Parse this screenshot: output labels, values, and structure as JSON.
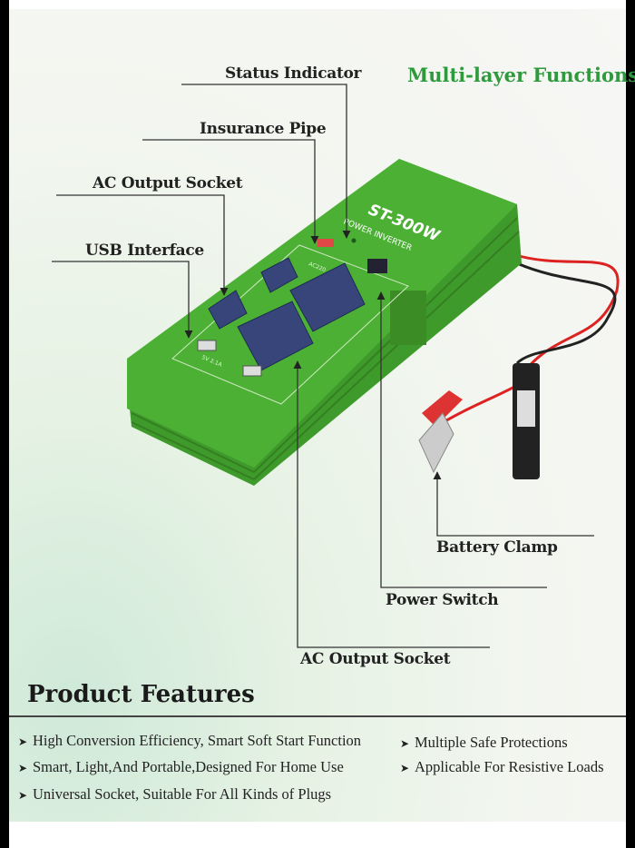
{
  "headline": "Multi-layer Functions",
  "callouts": {
    "status_indicator": "Status Indicator",
    "insurance_pipe": "Insurance Pipe",
    "ac_output_socket_top": "AC Output Socket",
    "usb_interface": "USB Interface",
    "battery_clamp": "Battery Clamp",
    "power_switch": "Power Switch",
    "ac_output_socket_bottom": "AC Output Socket"
  },
  "product": {
    "model": "ST-300W",
    "subtitle": "POWER INVERTER",
    "ac_label": "AC220",
    "usb_label": "5V 2.1A",
    "body_color": "#4cb034"
  },
  "features": {
    "title": "Product Features",
    "items": [
      "High Conversion Efficiency, Smart Soft Start Function",
      "Smart, Light,And Portable,Designed For Home Use",
      "Universal Socket, Suitable For All Kinds of Plugs",
      "Multiple Safe Protections",
      "Applicable For Resistive Loads"
    ]
  }
}
